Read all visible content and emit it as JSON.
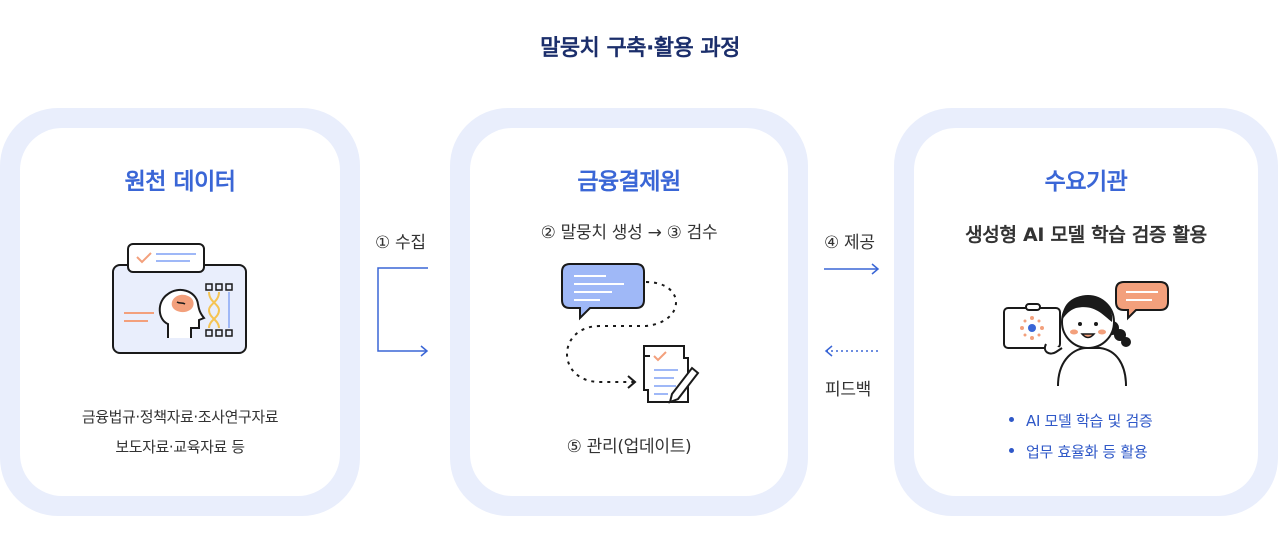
{
  "title": "말뭉치 구축·활용 과정",
  "cards": {
    "source": {
      "title": "원천 데이터",
      "lines": [
        "금융법규·정책자료·조사연구자료",
        "보도자료·교육자료 등"
      ]
    },
    "kftc": {
      "title": "금융결제원",
      "step_top": "② 말뭉치 생성 → ③ 검수",
      "step_bottom": "⑤ 관리(업데이트)"
    },
    "demand": {
      "title": "수요기관",
      "subtitle": "생성형 AI 모델 학습 검증 활용",
      "bullets": [
        "AI 모델 학습 및 검증",
        "업무 효율화 등 활용"
      ]
    }
  },
  "flows": {
    "collect": "① 수집",
    "provide": "④ 제공",
    "feedback": "피드백"
  },
  "colors": {
    "title": "#1b2e6b",
    "accent": "#3a66d6",
    "card_bg": "#e9eefc",
    "bubble": "#9fb8f7",
    "orange": "#f3a07c"
  }
}
